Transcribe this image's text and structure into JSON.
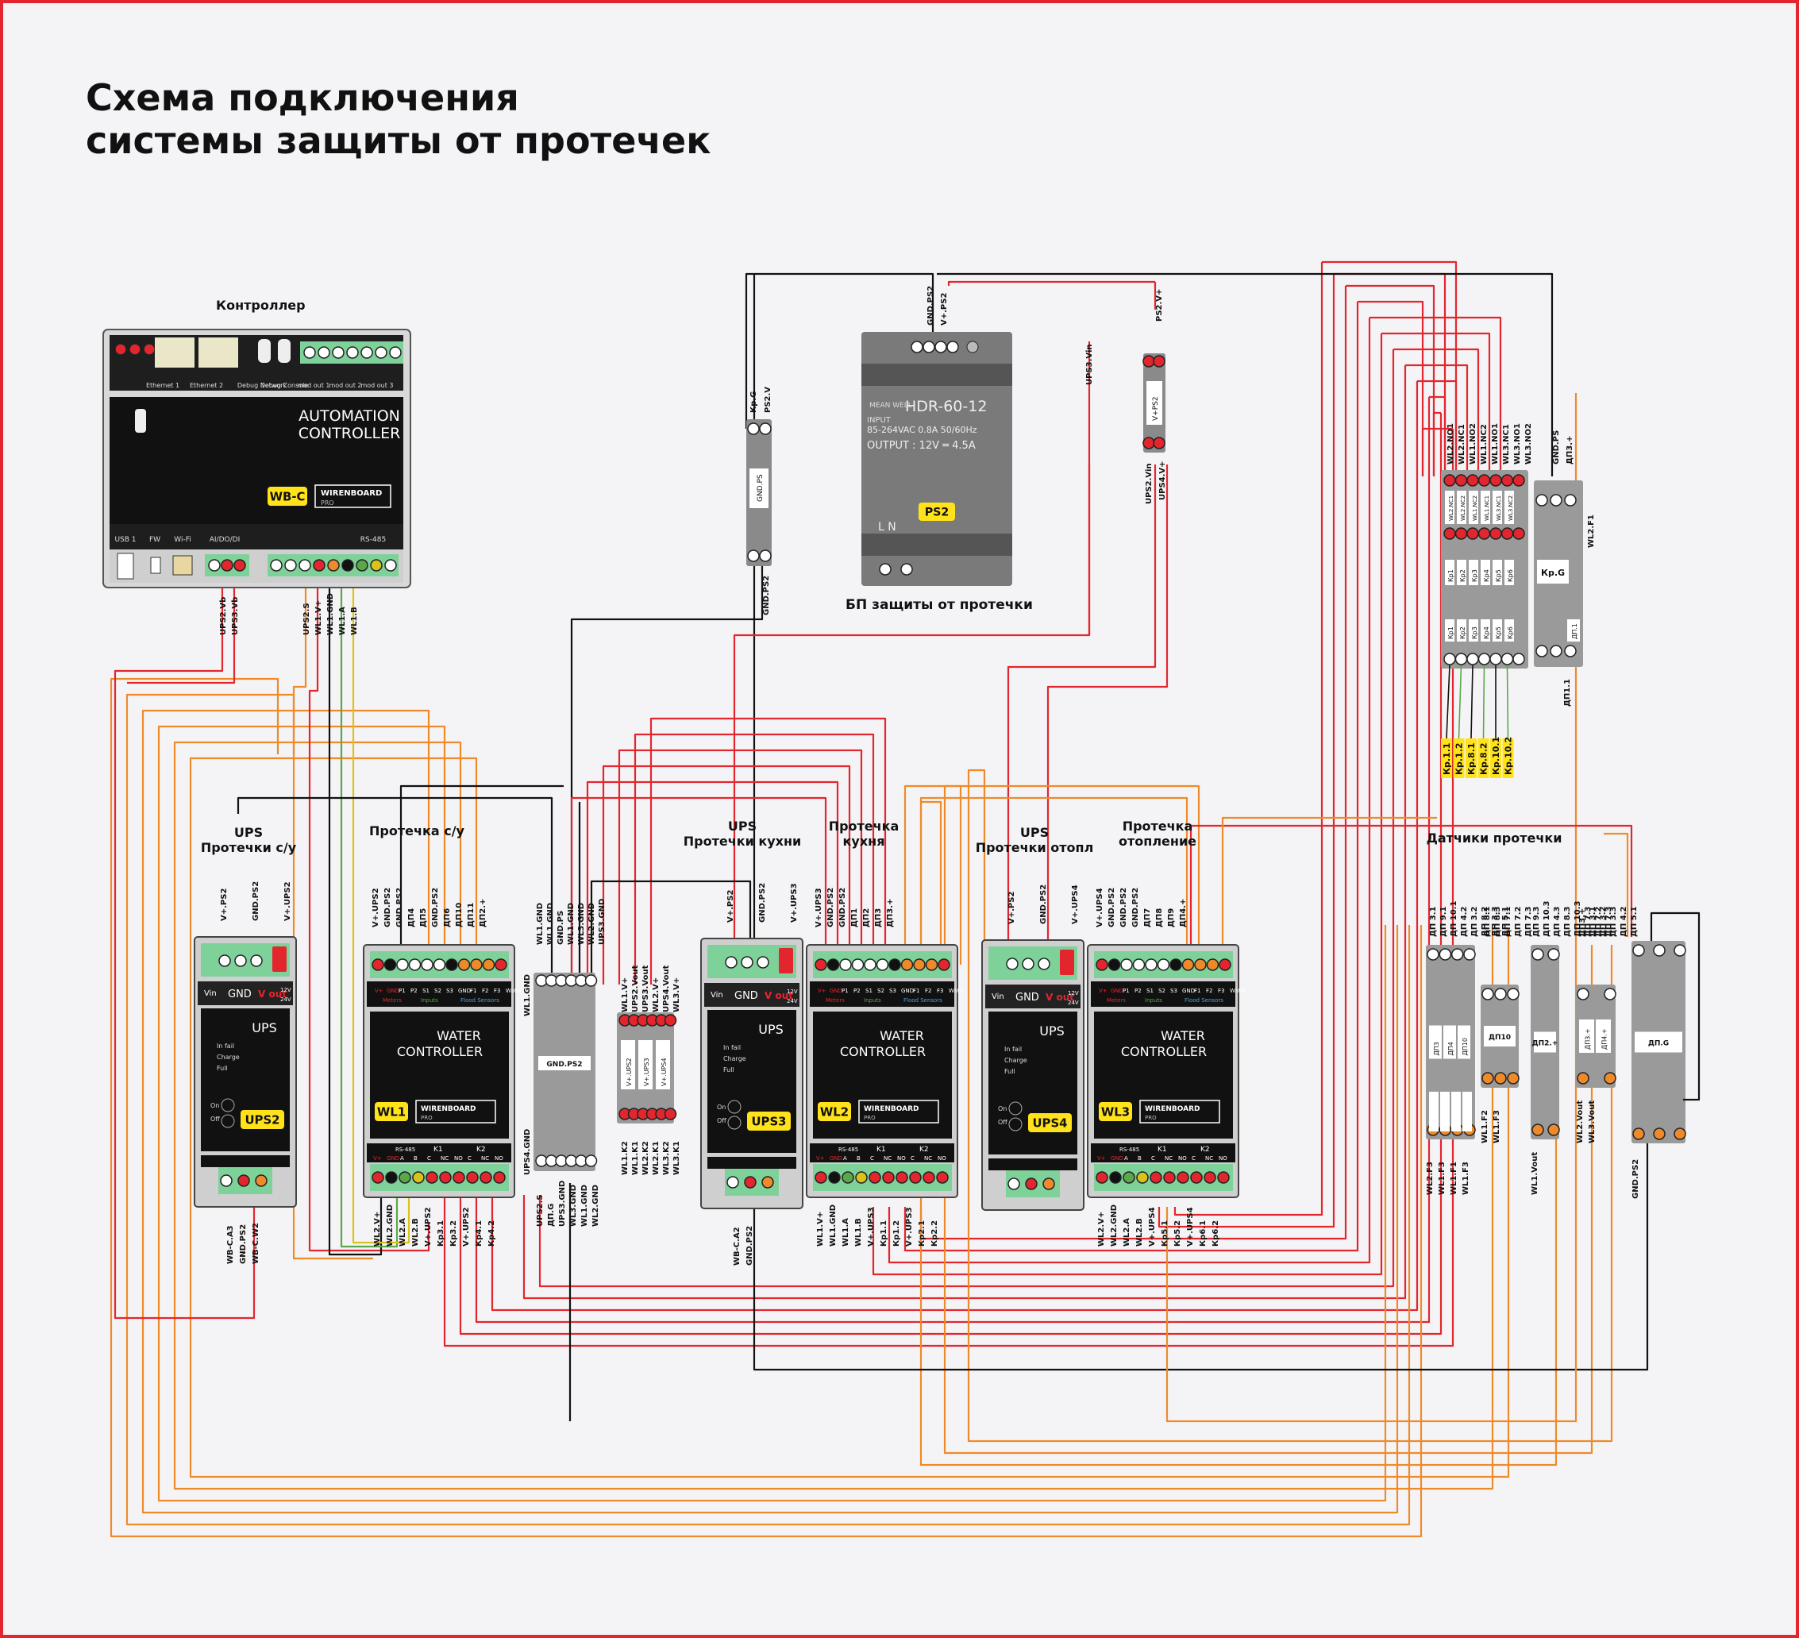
{
  "title": {
    "line1": "Схема подключения",
    "line2": "системы защиты от протечек"
  },
  "colors": {
    "frame": "#e3262e",
    "wire_red": "#e3262e",
    "wire_orange": "#ef8a2b",
    "wire_black": "#111111",
    "wire_green": "#5aa84a",
    "wire_yellow": "#d9c21c",
    "label_yellow": "#ffe21a",
    "terminal_green": "#7fd19a",
    "device_dark": "#1a1a1a"
  },
  "labels": {
    "controller_caption": "Контроллер",
    "psu_caption": "БП защиты от протечки",
    "ups2_caption": "UPS\nПротечки с/у",
    "wl1_caption": "Протечка с/у",
    "ups3_caption": "UPS\nПротечки кухни",
    "wl2_caption": "Протечка\nкухня",
    "ups4_caption": "UPS\nПротечки отопл",
    "wl3_caption": "Протечка\nотопление",
    "sensors_caption": "Датчики протечки"
  },
  "controller": {
    "name_line1": "AUTOMATION",
    "name_line2": "CONTROLLER",
    "badge": "WB-C",
    "brand": "WIRENBOARD",
    "brand_sub": "PRO",
    "ports_top": [
      "Ethernet 1",
      "Ethernet 2",
      "Debug Network",
      "Debug Console",
      "mod out 1",
      "mod out 2",
      "mod out 3"
    ],
    "ports_bottom": [
      "USB 1",
      "FW",
      "Wi-Fi",
      "AI/DO/DI",
      "RS-485"
    ],
    "wire_labels": [
      "UPS2.Vb",
      "UPS3.Vb",
      "UPS2.S",
      "WL1.V+",
      "WL1.GND",
      "WL1.A",
      "WL1.B"
    ]
  },
  "psu": {
    "brand": "MEAN WELL",
    "model": "HDR-60-12",
    "input_label": "INPUT",
    "input": "85-264VAC 0.8A 50/60Hz",
    "output": "OUTPUT : 12V ═ 4.5A",
    "badge": "PS2",
    "bottom_terminals": "L   N",
    "top_wires": [
      "GND.PS2",
      "V+.PS2"
    ]
  },
  "ups_devices": [
    {
      "badge": "UPS2",
      "name": "UPS",
      "top_wires": [
        "V+.PS2",
        "GND.PS2",
        "V+.UPS2"
      ],
      "bottom_wires": [
        "WB-C.A3",
        "GND.PS2",
        "WB-C.W2"
      ],
      "leds": [
        "In fail",
        "Charge",
        "Full"
      ]
    },
    {
      "badge": "UPS3",
      "name": "UPS",
      "top_wires": [
        "V+.PS2",
        "GND.PS2",
        "V+.UPS3"
      ],
      "bottom_wires": [
        "WB-C.A2",
        "GND.PS2"
      ],
      "leds": [
        "In fail",
        "Charge",
        "Full"
      ]
    },
    {
      "badge": "UPS4",
      "name": "UPS",
      "top_wires": [
        "V+.PS2",
        "GND.PS2",
        "V+.UPS4"
      ],
      "bottom_wires": [],
      "leds": [
        "In fail",
        "Charge",
        "Full"
      ]
    }
  ],
  "ups_terminals": {
    "vin": "Vin",
    "gnd": "GND",
    "vout": "V out",
    "v12": "12V",
    "v24": "24V",
    "on": "On",
    "off": "Off"
  },
  "wl_devices": [
    {
      "badge": "WL1",
      "name_line1": "WATER",
      "name_line2": "CONTROLLER",
      "brand": "WIRENBOARD",
      "brand_sub": "PRO",
      "top_wires": [
        "V+.UPS2",
        "GND.PS2",
        "GND.PS2",
        "ДП4",
        "ДП5",
        "GND.PS2",
        "ДП6",
        "ДП10",
        "ДП11",
        "ДП2.+"
      ],
      "bottom_wires": [
        "WL2.V+",
        "WL2.GND",
        "WL2.A",
        "WL2.B",
        "V+.UPS2",
        "Кр3.1",
        "Кр3.2",
        "V+.UPS2",
        "Кр4.1",
        "Кр4.2"
      ]
    },
    {
      "badge": "WL2",
      "name_line1": "WATER",
      "name_line2": "CONTROLLER",
      "brand": "WIRENBOARD",
      "brand_sub": "PRO",
      "top_wires": [
        "V+.UPS3",
        "GND.PS2",
        "GND.PS2",
        "ДП1",
        "ДП2",
        "ДП3",
        "ДП3.+"
      ],
      "bottom_wires": [
        "WL1.V+",
        "WL1.GND",
        "WL1.A",
        "WL1.B",
        "V+.UPS3",
        "Кр1.1",
        "Кр1.2",
        "V+.UPS3",
        "Кр2.1",
        "Кр2.2"
      ]
    },
    {
      "badge": "WL3",
      "name_line1": "WATER",
      "name_line2": "CONTROLLER",
      "brand": "WIRENBOARD",
      "brand_sub": "PRO",
      "top_wires": [
        "V+.UPS4",
        "GND.PS2",
        "GND.PS2",
        "GND.PS2",
        "ДП7",
        "ДП8",
        "ДП9",
        "ДП4.+"
      ],
      "bottom_wires": [
        "WL2.V+",
        "WL2.GND",
        "WL2.A",
        "WL2.B",
        "V+.UPS4",
        "Кр5.1",
        "Кр5.2",
        "V+.UPS4",
        "Кр6.1",
        "Кр6.2"
      ]
    }
  ],
  "wl_terminals": {
    "top": [
      "V+",
      "GND",
      "P1",
      "P2",
      "S1",
      "S2",
      "S3",
      "GND",
      "F1",
      "F2",
      "F3",
      "Water"
    ],
    "meters": "Meters",
    "inputs": "Inputs",
    "flood": "Flood Sensors",
    "bottom": [
      "V+",
      "GND",
      "A",
      "B",
      "C",
      "NC",
      "NO",
      "C",
      "NC",
      "NO"
    ],
    "rs485": "RS-485",
    "k1": "K1",
    "k2": "K2"
  },
  "ps2_relay": {
    "top_wires": [
      "Кр.G",
      "PS2.V"
    ],
    "inner": "GND.PS",
    "bottom_wire": "GND.PS2"
  },
  "ps2_distrib": {
    "top_wire": "PS2.V+",
    "inner": "V+PS2",
    "bottom_wires": [
      "UPS2.Vin",
      "UPS4.V+"
    ],
    "left_wire": "UPS3.Vin"
  },
  "gnd_block": {
    "label": "GND.PS2",
    "top_wires": [
      "WL1.GND",
      "WL1.GND",
      "GND.PS",
      "WL1.GND",
      "WL3.GND",
      "WL2.GND",
      "UPS3.GND"
    ],
    "left_wires": [
      "WL1.GND",
      "UPS4.GND"
    ],
    "bottom_wires": [
      "UPS2.S",
      "ДП.G",
      "UPS3.GND",
      "WL3.GND",
      "WL1.GND",
      "WL2.GND"
    ]
  },
  "vplus_block": {
    "top_wires": [
      "WL1.V+",
      "UPS2.Vout",
      "UPS3.Vout",
      "WL2.V+",
      "UPS4.Vout",
      "WL3.V+"
    ],
    "inner": [
      "V+.UPS2",
      "V+.UPS3",
      "V+.UPS4"
    ],
    "bottom_wires": [
      "WL1.K2",
      "WL1.K1",
      "WL2.K2",
      "WL2.K1",
      "WL3.K2",
      "WL3.K1"
    ]
  },
  "valve_block": {
    "top_wires": [
      "WL2.NO1",
      "WL2.NC1",
      "WL1.NO2",
      "WL1.NC2",
      "WL1.NO1",
      "WL3.NC1",
      "WL3.NO1",
      "WL3.NO2"
    ],
    "inner_top": [
      "WL2.NC1",
      "WL2.NC2",
      "WL1.NC2",
      "WL1.NC1",
      "WL3.NC1",
      "WL3.NC2"
    ],
    "mid": [
      "Кр1",
      "Кр2",
      "Кр3",
      "Кр4",
      "Кр5",
      "Кр6"
    ],
    "gnd_inner": [
      "Кр.G",
      "ДП.1"
    ],
    "side_wires": [
      "GND.PS",
      "ДП3.+",
      "WL2.F1",
      "ДП1.1"
    ],
    "valve_labels": [
      "Кр.1.1",
      "Кр.1.2",
      "Кр.8.1",
      "Кр.8.2",
      "Кр.10.1",
      "Кр.10.2"
    ]
  },
  "sensor_blocks": [
    {
      "top_wires": [
        "ДП 3.1",
        "ДП 9.1",
        "ДП 10.1",
        "ДП 4.2",
        "ДП 3.2",
        "ДП 8.2",
        "ДП 3.3",
        "ДП 5.1"
      ],
      "inner": [
        "ДП3",
        "ДП4",
        "ДП10"
      ],
      "bottom_wires": [
        "WL2.F3",
        "WL1.F3",
        "WL1.F1",
        "WL1.F3"
      ]
    },
    {
      "top_wires": [
        "ДП 8.1",
        "ДП 8.3",
        "ДП 7.1",
        "ДП 7.2",
        "ДП 7.3"
      ],
      "inner": [
        "ДП10"
      ],
      "bottom_wires": [
        "WL1.F2",
        "WL1.F3"
      ]
    },
    {
      "top_wires": [
        "ДП 9.3",
        "ДП 10.3",
        "ДП 4.3",
        "ДП 8.3",
        "ДП 10.3",
        "ДП 7.3",
        "ДП 7.2",
        "ДП 7.3"
      ],
      "inner": [
        "ДП2.+"
      ],
      "bottom_wires": [
        "WL1.Vout"
      ]
    },
    {
      "top_wires": [
        "ДП3.+",
        "ДП 3.1",
        "ДП 3.2",
        "ДП 3.3",
        "ДП 4.2",
        "ДП 5.1"
      ],
      "inner": [
        "ДП3.+",
        "ДП4.+"
      ],
      "bottom_wires": [
        "WL2.Vout",
        "WL3.Vout"
      ]
    },
    {
      "top_wires": [],
      "inner": [
        "ДП.G"
      ],
      "bottom_wires": [
        "GND.PS2"
      ]
    }
  ]
}
